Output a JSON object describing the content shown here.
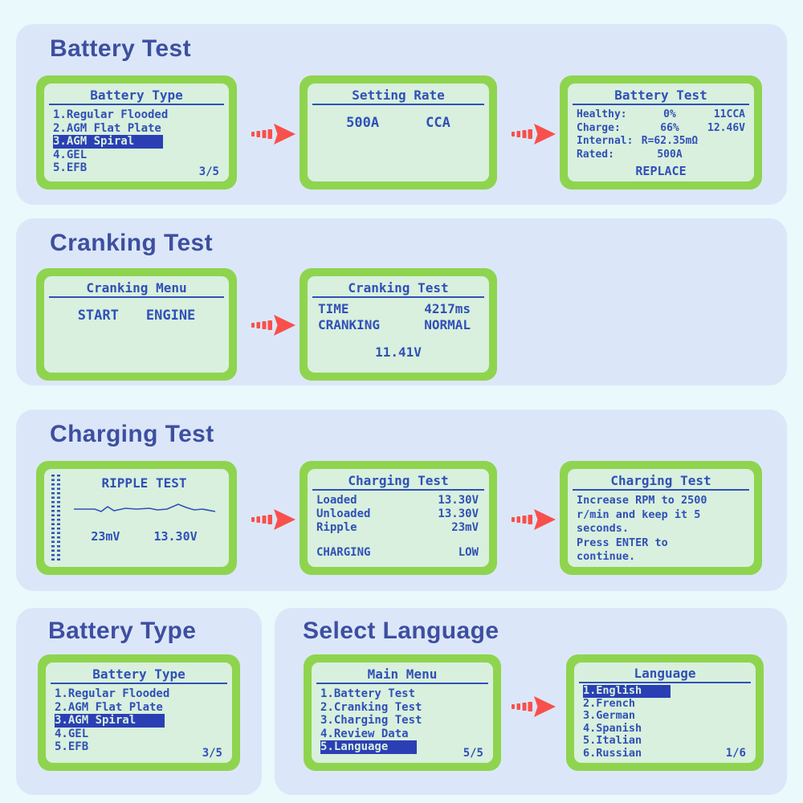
{
  "colors": {
    "page_bg": "#e9f9fc",
    "panel_bg": "#dbe7f8",
    "heading_text": "#3e4fa0",
    "screen_frame_green": "#8fd44e",
    "lcd_bg": "#d8f0dd",
    "lcd_text": "#3150b8",
    "highlight_bg": "#2b3fb5",
    "highlight_text": "#d8f0dd",
    "arrow_red": "#f8504c"
  },
  "icons": {
    "flow_arrow": "dashed-right-arrow",
    "ripple_scale": "dotted-vertical-scale"
  },
  "sections": {
    "battery_test": {
      "title": "Battery Test",
      "type_menu": {
        "title": "Battery Type",
        "items": [
          {
            "label": "1.Regular Flooded",
            "selected": false
          },
          {
            "label": "2.AGM Flat Plate",
            "selected": false
          },
          {
            "label": "3.AGM Spiral",
            "selected": true
          },
          {
            "label": "4.GEL",
            "selected": false
          },
          {
            "label": "5.EFB",
            "selected": false
          }
        ],
        "page": "3/5"
      },
      "setting_rate": {
        "title": "Setting Rate",
        "value": "500A",
        "unit": "CCA"
      },
      "result": {
        "title": "Battery Test",
        "rows": [
          {
            "label": "Healthy:",
            "value": "0%",
            "extra": "11CCA"
          },
          {
            "label": "Charge:",
            "value": "66%",
            "extra": "12.46V"
          },
          {
            "label": "Internal:",
            "value": "R=62.35mΩ",
            "extra": ""
          },
          {
            "label": "Rated:",
            "value": "500A",
            "extra": ""
          }
        ],
        "verdict": "REPLACE"
      }
    },
    "cranking_test": {
      "title": "Cranking Test",
      "menu": {
        "title": "Cranking Menu",
        "left": "START",
        "right": "ENGINE"
      },
      "result": {
        "title": "Cranking Test",
        "rows": [
          {
            "label": "TIME",
            "value": "4217ms"
          },
          {
            "label": "CRANKING",
            "value": "NORMAL"
          }
        ],
        "voltage": "11.41V"
      }
    },
    "charging_test": {
      "title": "Charging Test",
      "ripple": {
        "title": "RIPPLE TEST",
        "left_value": "23mV",
        "right_value": "13.30V"
      },
      "result": {
        "title": "Charging Test",
        "rows": [
          {
            "label": "Loaded",
            "value": "13.30V"
          },
          {
            "label": "Unloaded",
            "value": "13.30V"
          },
          {
            "label": "Ripple",
            "value": "23mV"
          }
        ],
        "status_label": "CHARGING",
        "status_value": "LOW"
      },
      "instruction": {
        "title": "Charging Test",
        "lines": [
          "Increase RPM to 2500",
          "r/min and keep it 5",
          "seconds.",
          "Press ENTER to",
          "continue."
        ]
      }
    },
    "battery_type": {
      "title": "Battery Type",
      "type_menu": {
        "title": "Battery Type",
        "items": [
          {
            "label": "1.Regular Flooded",
            "selected": false
          },
          {
            "label": "2.AGM Flat Plate",
            "selected": false
          },
          {
            "label": "3.AGM Spiral",
            "selected": true
          },
          {
            "label": "4.GEL",
            "selected": false
          },
          {
            "label": "5.EFB",
            "selected": false
          }
        ],
        "page": "3/5"
      }
    },
    "select_language": {
      "title": "Select Language",
      "main_menu": {
        "title": "Main Menu",
        "items": [
          {
            "label": "1.Battery Test",
            "selected": false
          },
          {
            "label": "2.Cranking Test",
            "selected": false
          },
          {
            "label": "3.Charging Test",
            "selected": false
          },
          {
            "label": "4.Review Data",
            "selected": false
          },
          {
            "label": "5.Language",
            "selected": true
          }
        ],
        "page": "5/5"
      },
      "language": {
        "title": "Language",
        "items": [
          {
            "label": "1.English",
            "selected": true
          },
          {
            "label": "2.French",
            "selected": false
          },
          {
            "label": "3.German",
            "selected": false
          },
          {
            "label": "4.Spanish",
            "selected": false
          },
          {
            "label": "5.Italian",
            "selected": false
          },
          {
            "label": "6.Russian",
            "selected": false
          }
        ],
        "page": "1/6"
      }
    }
  }
}
